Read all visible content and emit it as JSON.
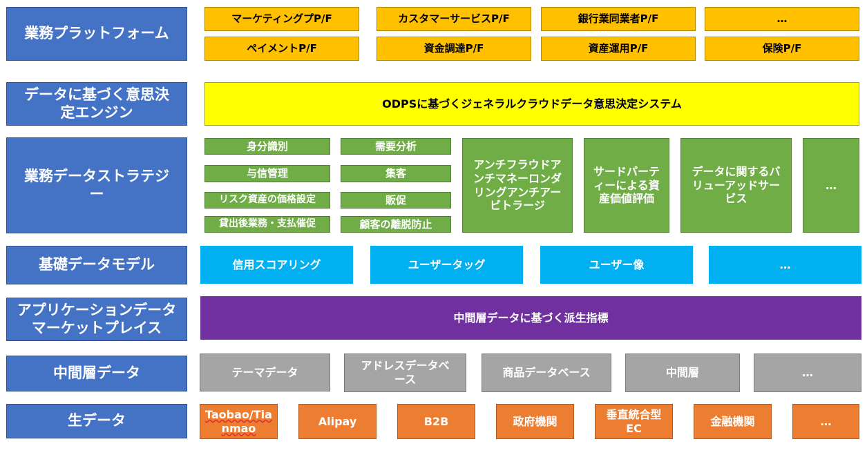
{
  "colors": {
    "label": "#4472c4",
    "platform": "#ffc000",
    "engine": "#ffff00",
    "strategy": "#70ad47",
    "model": "#00b0f0",
    "marketplace": "#7030a0",
    "middle": "#a5a5a5",
    "raw": "#ed7d31"
  },
  "layers": {
    "platform": {
      "label": "業務プラットフォーム",
      "items": [
        "マーケティングプP/F",
        "カスタマーサービスP/F",
        "銀行業同業者P/F",
        "…",
        "ペイメントP/F",
        "資金調達P/F",
        "資産運用P/F",
        "保険P/F"
      ]
    },
    "engine": {
      "label": "データに基づく意思決定エンジン",
      "items": [
        "ODPSに基づくジェネラルクラウドデータ意思決定システム"
      ]
    },
    "strategy": {
      "label": "業務データストラテジー",
      "small": [
        "身分識別",
        "需要分析",
        "与信管理",
        "集客",
        "リスク資産の価格設定",
        "販促",
        "貸出後業務・支払催促",
        "顧客の離脱防止"
      ],
      "large": [
        "アンチフラウドアンチマネーロンダリングアンチアービトラージ",
        "サードパーティーによる資産価値評価",
        "データに関するバリューアッドサービス",
        "…"
      ]
    },
    "model": {
      "label": "基礎データモデル",
      "items": [
        "信用スコアリング",
        "ユーザータッグ",
        "ユーザー像",
        "…"
      ]
    },
    "marketplace": {
      "label": "アプリケーションデータマーケットプレイス",
      "items": [
        "中間層データに基づく派生指標"
      ]
    },
    "middle": {
      "label": "中間層データ",
      "items": [
        "テーマデータ",
        "アドレスデータベース",
        "商品データベース",
        "中間層",
        "…"
      ]
    },
    "raw": {
      "label": "生データ",
      "items": [
        "Taobao/Tianmao",
        "Alipay",
        "B2B",
        "政府機関",
        "垂直統合型EC",
        "金融機関",
        "…"
      ]
    }
  }
}
